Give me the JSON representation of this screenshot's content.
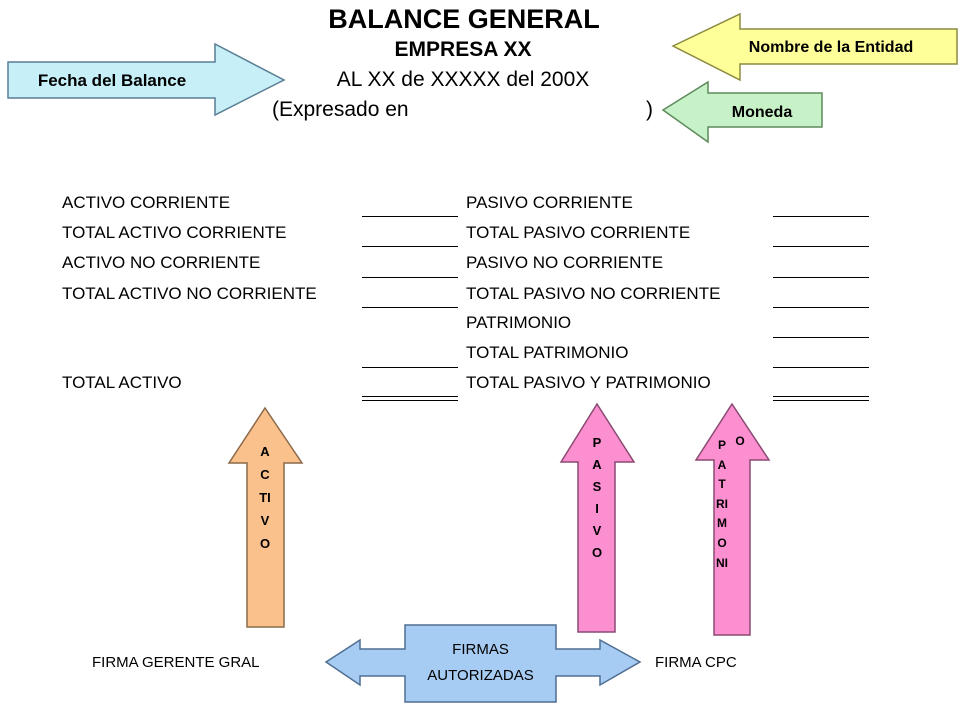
{
  "header": {
    "title": "BALANCE GENERAL",
    "company": "EMPRESA XX",
    "date_line": "AL XX de XXXXX del 200X",
    "currency_open": "(Expresado en",
    "currency_close": ")"
  },
  "callouts": {
    "date": "Fecha del Balance",
    "entity": "Nombre de la Entidad",
    "currency": "Moneda"
  },
  "left_rows": [
    "ACTIVO CORRIENTE",
    "TOTAL ACTIVO CORRIENTE",
    "ACTIVO NO CORRIENTE",
    "TOTAL ACTIVO NO CORRIENTE",
    "TOTAL ACTIVO"
  ],
  "right_rows": [
    "PASIVO CORRIENTE",
    "TOTAL PASIVO CORRIENTE",
    "PASIVO NO CORRIENTE",
    "TOTAL PASIVO NO CORRIENTE",
    "PATRIMONIO",
    "TOTAL PATRIMONIO",
    "TOTAL PASIVO Y PATRIMONIO"
  ],
  "arrows": {
    "activo": "ACTIVO",
    "pasivo": "PASIVO",
    "patrimonio": "PATRIMONI",
    "patrimonio_extra": "O"
  },
  "signatures": {
    "left": "FIRMA GERENTE GRAL",
    "center_line1": "FIRMAS",
    "center_line2": "AUTORIZADAS",
    "right": "FIRMA CPC"
  },
  "colors": {
    "date_arrow": "#c6eff8",
    "entity_arrow": "#ffff99",
    "currency_arrow": "#c7f1c7",
    "activo_arrow": "#fbc18c",
    "pasivo_arrow": "#fc8fd0",
    "firmas_arrow": "#a6ccf3"
  }
}
